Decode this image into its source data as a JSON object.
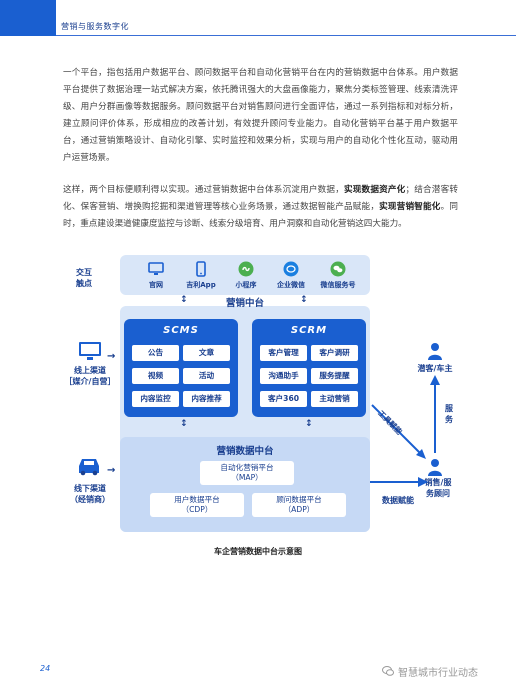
{
  "header": {
    "title": "营销与服务数字化"
  },
  "paragraphs": {
    "p1": "一个平台，指包括用户数据平台、顾问数据平台和自动化营销平台在内的营销数据中台体系。用户数据平台提供了数据治理一站式解决方案，依托腾讯强大的大盘画像能力，聚焦分类标签管理、线索清洗评级、用户分群画像等数据服务。顾问数据平台对销售顾问进行全面评估，通过一系列指标和对标分析，建立顾问评价体系，形成相应的改善计划，有效提升顾问专业能力。自动化营销平台基于用户数据平台，通过营销策略设计、自动化引擎、实时监控和效果分析，实现与用户的自动化个性化互动，驱动用户运营场景。",
    "p2_a": "这样，两个目标便顺利得以实现。通过营销数据中台体系沉淀用户数据，",
    "p2_b": "实现数据资产化",
    "p2_c": "；结合潜客转化、保客营销、增换购挖掘和渠道管理等核心业务场景，通过数据智能产品赋能，",
    "p2_d": "实现营销智能化",
    "p2_e": "。同时，重点建设渠道健康度监控与诊断、线索分级培育、用户洞察和自动化营销这四大能力。"
  },
  "diagram": {
    "touchpoint_label_1": "交互",
    "touchpoint_label_2": "触点",
    "touchpoints": [
      "官网",
      "吉利App",
      "小程序",
      "企业微信",
      "微信服务号"
    ],
    "center_title": "营销中台",
    "scms": {
      "title": "SCMS",
      "items": [
        "公告",
        "文章",
        "视频",
        "活动",
        "内容监控",
        "内容推荐"
      ]
    },
    "scrm": {
      "title": "SCRM",
      "items": [
        "客户管理",
        "客户调研",
        "沟通助手",
        "服务提醒",
        "客户360",
        "主动营销"
      ]
    },
    "data_hub": {
      "title": "营销数据中台",
      "map": [
        "自动化营销平台",
        "（MAP）"
      ],
      "cdp": [
        "用户数据平台",
        "（CDP）"
      ],
      "adp": [
        "顾问数据平台",
        "（ADP）"
      ]
    },
    "online_1": "线上渠道",
    "online_2": "［媒介/自营］",
    "offline_1": "线下渠道",
    "offline_2": "（经销商）",
    "prospect": "潜客/车主",
    "service": "服务",
    "tool_enable": "工具赋能",
    "data_enable": "数据赋能",
    "sales_1": "销售/服",
    "sales_2": "务顾问",
    "caption": "车企营销数据中台示意图"
  },
  "footer": {
    "page_number": "24",
    "watermark": "智慧城市行业动态"
  },
  "colors": {
    "primary": "#1a5fd0",
    "light": "#d9e6f8",
    "dark": "#1a3f8f"
  }
}
